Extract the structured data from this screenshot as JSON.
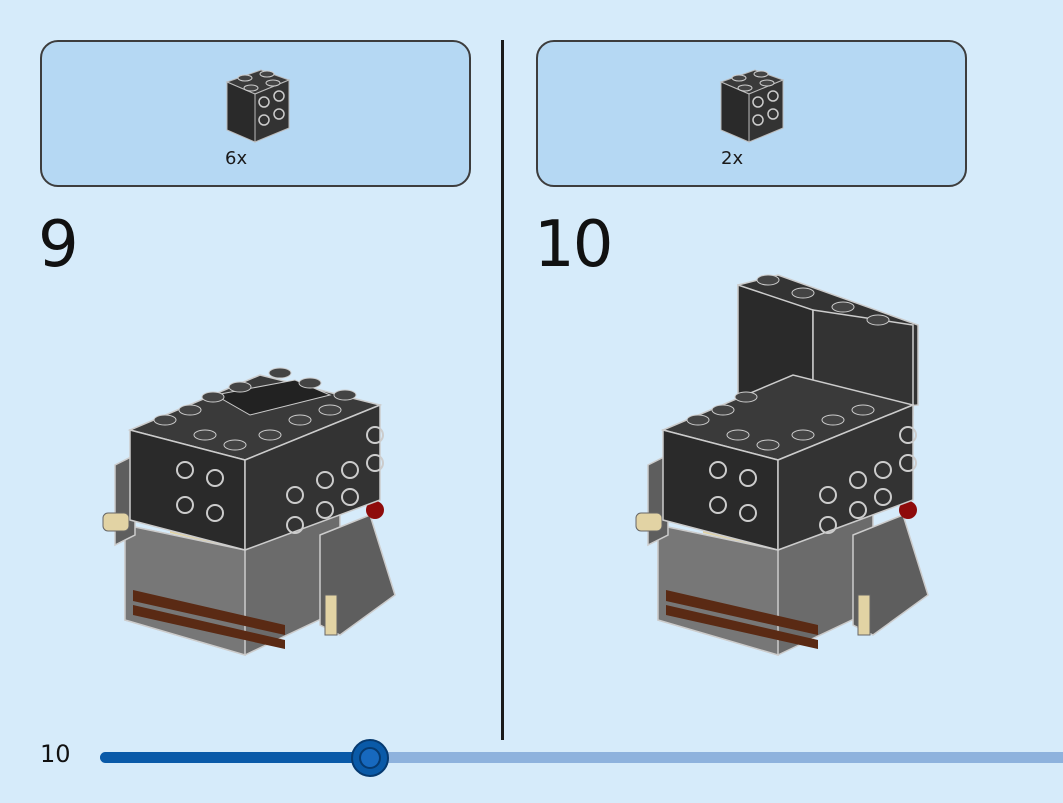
{
  "steps": [
    {
      "number": "9",
      "parts": {
        "quantity": "6x",
        "part_color": "#2e2e2e"
      }
    },
    {
      "number": "10",
      "parts": {
        "quantity": "2x",
        "part_color": "#2e2e2e"
      }
    }
  ],
  "page": {
    "number": "10"
  },
  "progress": {
    "fraction": 0.28,
    "fill_color": "#0a5aa8",
    "track_color": "#8eb2dd"
  },
  "colors": {
    "background": "#d6ebfa",
    "parts_box": "#b5d8f3",
    "brick_black": "#2e2e2e",
    "brick_gray": "#6b6b6b",
    "brick_brown": "#5a2a14",
    "tan": "#e2d3a4",
    "red": "#8e0b0b"
  }
}
